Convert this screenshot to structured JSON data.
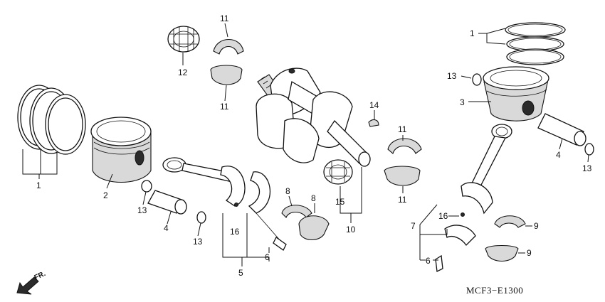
{
  "diagram": {
    "code": "MCF3−E1300",
    "direction_label": "FR.",
    "callouts": [
      {
        "id": "c1a",
        "text": "1"
      },
      {
        "id": "c1b",
        "text": "1"
      },
      {
        "id": "c2",
        "text": "2"
      },
      {
        "id": "c3",
        "text": "3"
      },
      {
        "id": "c4a",
        "text": "4"
      },
      {
        "id": "c4b",
        "text": "4"
      },
      {
        "id": "c5",
        "text": "5"
      },
      {
        "id": "c6a",
        "text": "6"
      },
      {
        "id": "c6b",
        "text": "6"
      },
      {
        "id": "c7",
        "text": "7"
      },
      {
        "id": "c8a",
        "text": "8"
      },
      {
        "id": "c8b",
        "text": "8"
      },
      {
        "id": "c9a",
        "text": "9"
      },
      {
        "id": "c9b",
        "text": "9"
      },
      {
        "id": "c10",
        "text": "10"
      },
      {
        "id": "c11a",
        "text": "11"
      },
      {
        "id": "c11b",
        "text": "11"
      },
      {
        "id": "c11c",
        "text": "11"
      },
      {
        "id": "c11d",
        "text": "11"
      },
      {
        "id": "c12",
        "text": "12"
      },
      {
        "id": "c13a",
        "text": "13"
      },
      {
        "id": "c13b",
        "text": "13"
      },
      {
        "id": "c13c",
        "text": "13"
      },
      {
        "id": "c13d",
        "text": "13"
      },
      {
        "id": "c14",
        "text": "14"
      },
      {
        "id": "c15",
        "text": "15"
      },
      {
        "id": "c16a",
        "text": "16"
      },
      {
        "id": "c16b",
        "text": "16"
      }
    ]
  }
}
